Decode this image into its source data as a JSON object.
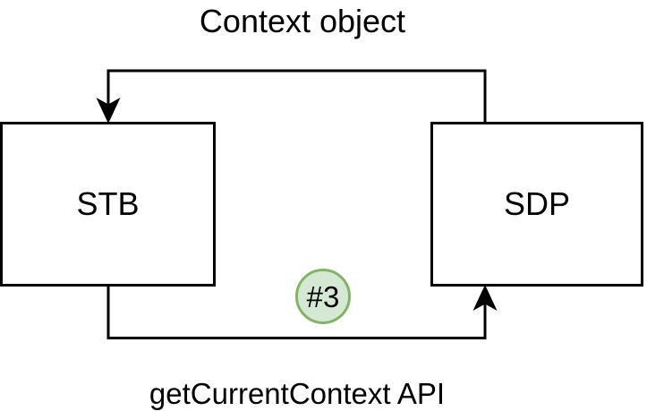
{
  "diagram": {
    "background_color": "#ffffff",
    "line_color": "#000000",
    "text_color": "#000000",
    "nodes": {
      "stb": {
        "label": "STB"
      },
      "sdp": {
        "label": "SDP"
      }
    },
    "edges": {
      "top": {
        "label": "Context object",
        "from": "sdp",
        "to": "stb",
        "arrow": "down-into-stb-top"
      },
      "bottom": {
        "label": "getCurrentContext API",
        "from": "stb",
        "to": "sdp",
        "arrow": "up-into-sdp-bottom"
      }
    },
    "badge": {
      "label": "#3",
      "fill_color": "#d5e8d4",
      "stroke_color": "#82b366"
    }
  }
}
